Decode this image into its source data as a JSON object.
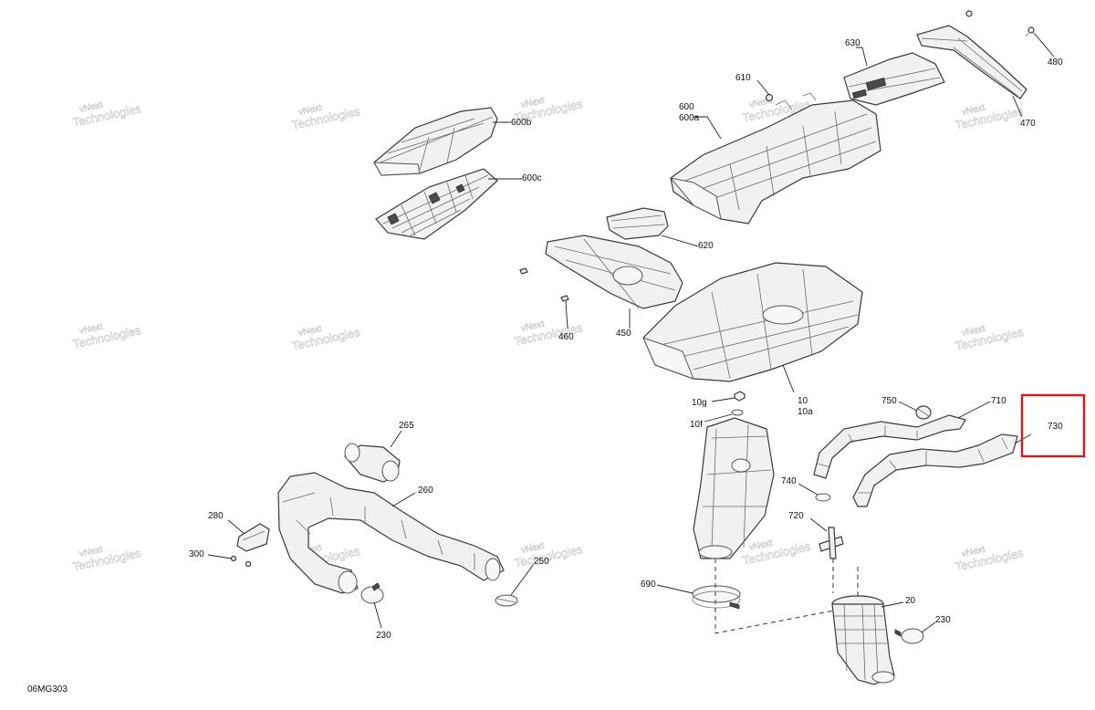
{
  "diagram": {
    "reference_code": "06MG303",
    "watermark": {
      "line1": "vNext",
      "line2": "Technologies"
    },
    "callouts": {
      "c600b": "600b",
      "c600c": "600c",
      "c610": "610",
      "c600": "600",
      "c600a": "600a",
      "c630": "630",
      "c480": "480",
      "c470": "470",
      "c620": "620",
      "c450": "450",
      "c460": "460",
      "c10": "10",
      "c10a": "10a",
      "c10g": "10g",
      "c10f": "10f",
      "c750": "750",
      "c710": "710",
      "c730": "730",
      "c740": "740",
      "c720": "720",
      "c690": "690",
      "c20": "20",
      "c230_right": "230",
      "c265": "265",
      "c260": "260",
      "c280": "280",
      "c300": "300",
      "c250": "250",
      "c230_left": "230"
    },
    "highlighted_callout": "730",
    "highlight_color": "#d6191f"
  }
}
